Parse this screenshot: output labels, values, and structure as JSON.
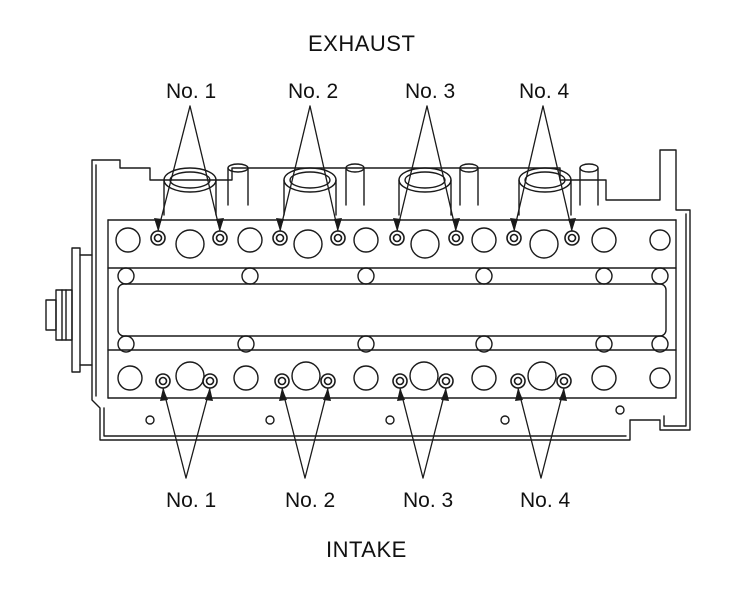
{
  "labels": {
    "top": "EXHAUST",
    "bottom": "INTAKE"
  },
  "exhaust_cylinders": [
    "No. 1",
    "No. 2",
    "No. 3",
    "No. 4"
  ],
  "intake_cylinders": [
    "No. 1",
    "No. 2",
    "No. 3",
    "No. 4"
  ],
  "colors": {
    "line": "#1a1a1a",
    "background": "#ffffff"
  }
}
